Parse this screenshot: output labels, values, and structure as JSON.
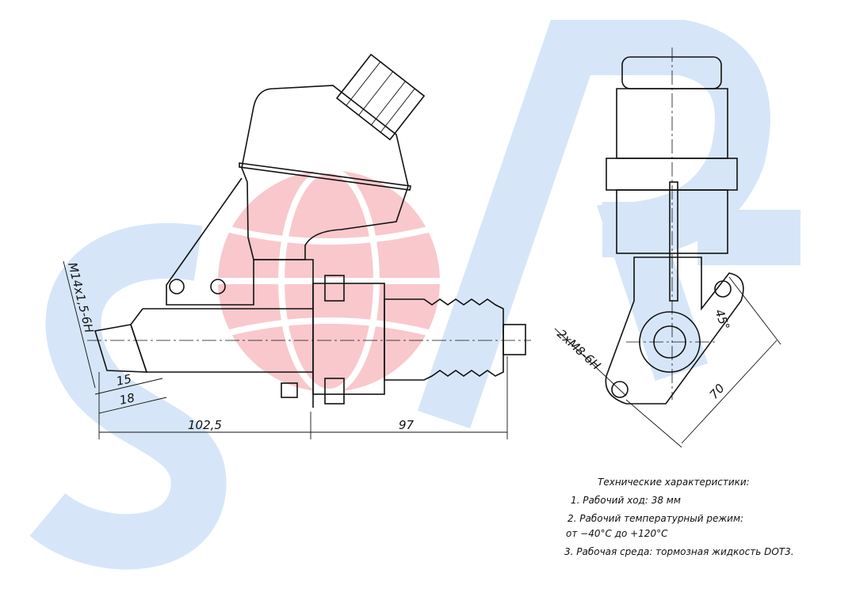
{
  "dimensions": {
    "thread_main": "M14x1,5-6H",
    "depth_15": "15",
    "depth_18": "18",
    "length_left": "102,5",
    "length_right": "97",
    "mount_thread": "2xM8-6H",
    "angle": "45°",
    "mount_spacing": "70"
  },
  "notes": {
    "title": "Технические характеристики:",
    "item1": "1. Рабочий ход: 38 мм",
    "item2_line1": "2. Рабочий температурный режим:",
    "item2_line2": "от −40°С до +120°С",
    "item3": "3. Рабочая среда: тормозная жидкость DOT3."
  },
  "colors": {
    "watermark_blue": "#d6e6f8",
    "watermark_red": "#f8c8cc",
    "line": "#111111"
  }
}
